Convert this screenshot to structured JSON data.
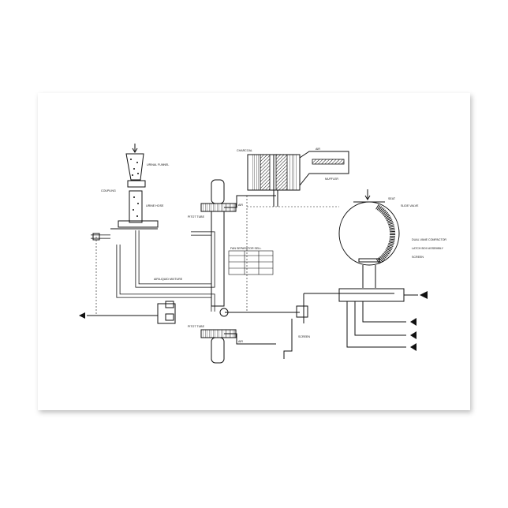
{
  "diagram": {
    "labels": {
      "coupling": "COUPLING",
      "urinal_funnel": "URINAL FUNNEL",
      "urine_hose": "URINE HOSE",
      "pitot_tube": "PITOT TUBE",
      "pitot_tube_2": "PITOT TUBE",
      "air_liquid_mixture": "AIR/LIQUID MIXTURE",
      "charcoal": "CHARCOAL",
      "muffler": "MUFFLER",
      "air_1": "AIR",
      "air_2": "AIR",
      "air_3": "AIR",
      "seat": "SEAT",
      "slide_valve": "SLIDE VALVE",
      "dual_vane_compactor": "DUAL VANE COMPACTOR",
      "latch_box_assembly": "LATCH BOX ASSEMBLY",
      "screen": "SCREEN",
      "screen_2": "SCREEN",
      "fan_separator_table_title": "FAN SEPARATOR SELL"
    },
    "colors": {
      "line": "#111111",
      "background": "#ffffff"
    }
  }
}
